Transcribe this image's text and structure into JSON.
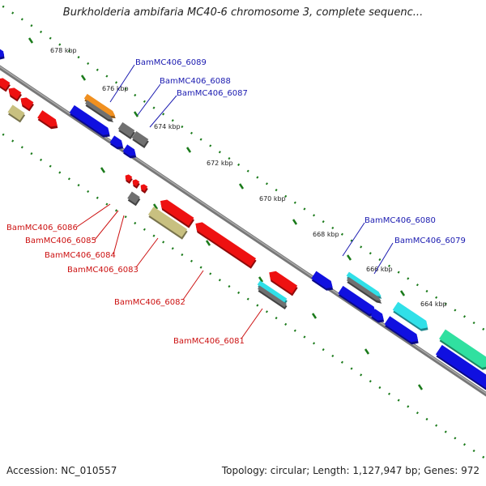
{
  "title": "Burkholderia ambifaria MC40-6 chromosome 3, complete sequenc...",
  "footer": {
    "accession": "Accession: NC_010557",
    "summary": "Topology: circular; Length: 1,127,947 bp; Genes: 972"
  },
  "ticks": [
    "678 kbp",
    "676 kbp",
    "674 kbp",
    "672 kbp",
    "670 kbp",
    "668 kbp",
    "666 kbp",
    "664 kbp"
  ],
  "labels_forward": [
    "BamMC406_6089",
    "BamMC406_6088",
    "BamMC406_6087",
    "BamMC406_6080",
    "BamMC406_6079"
  ],
  "labels_reverse": [
    "BamMC406_6086",
    "BamMC406_6085",
    "BamMC406_6084",
    "BamMC406_6083",
    "BamMC406_6082",
    "BamMC406_6081"
  ],
  "colors": {
    "forward_gene": "#1010e0",
    "reverse_gene": "#ee1111",
    "backbone": "#888888",
    "tick_mark": "#1a7a1a",
    "label_blue": "#1a1ab0",
    "label_red": "#cc1111",
    "orange_feature": "#f09020",
    "cyan_feature": "#30e0e8",
    "teal_feature": "#30e0a0",
    "olive_feature": "#c8c080",
    "grey_feature": "#707070"
  }
}
